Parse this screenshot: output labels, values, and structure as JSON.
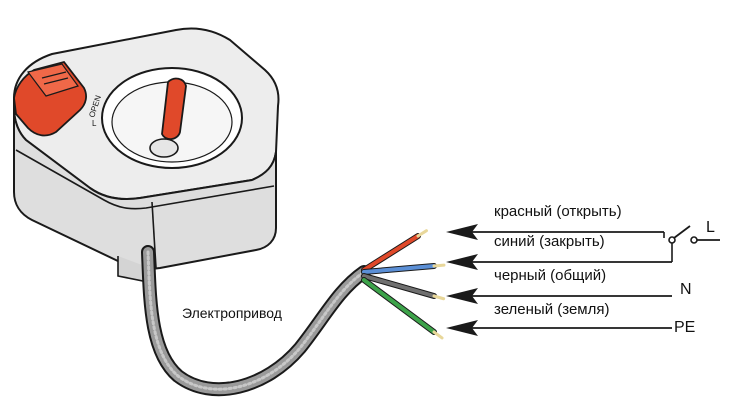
{
  "actuator": {
    "label": "Электропривод",
    "switch_label": "OPEN",
    "lever_mark": "L"
  },
  "wires": [
    {
      "label": "красный (открыть)",
      "color": "#e0492a"
    },
    {
      "label": "синий (закрыть)",
      "color": "#5b8fd6"
    },
    {
      "label": "черный (общий)",
      "color": "#707070"
    },
    {
      "label": "зеленый (земля)",
      "color": "#3da34a"
    }
  ],
  "terminals": {
    "L": "L",
    "N": "N",
    "PE": "PE"
  },
  "colors": {
    "housing": "#ececec",
    "accent": "#e0492a",
    "outline": "#1a1a1a",
    "cable": "#9a9a9a"
  }
}
